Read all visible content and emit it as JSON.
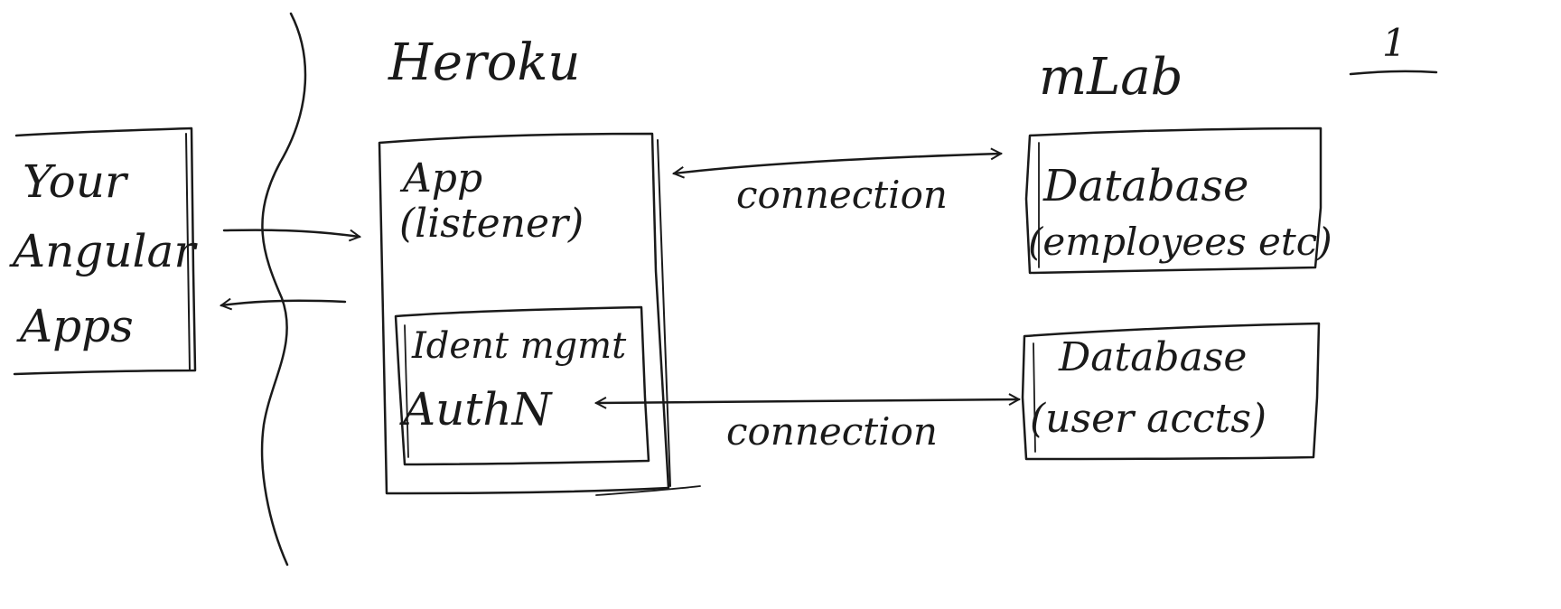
{
  "page_number": "1",
  "client": {
    "line1": "Your",
    "line2": "Angular",
    "line3": "Apps"
  },
  "heroku": {
    "title": "Heroku",
    "app_line1": "App",
    "app_line2": "(listener)",
    "ident_line1": "Ident mgmt",
    "ident_line2": "AuthN"
  },
  "mlab": {
    "title": "mLab",
    "db1_line1": "Database",
    "db1_line2": "(employees etc)",
    "db2_line1": "Database",
    "db2_line2": "(user accts)"
  },
  "connections": {
    "top": "connection",
    "bottom": "connection"
  },
  "colors": {
    "ink": "#1a1a1a",
    "paper": "#ffffff"
  }
}
